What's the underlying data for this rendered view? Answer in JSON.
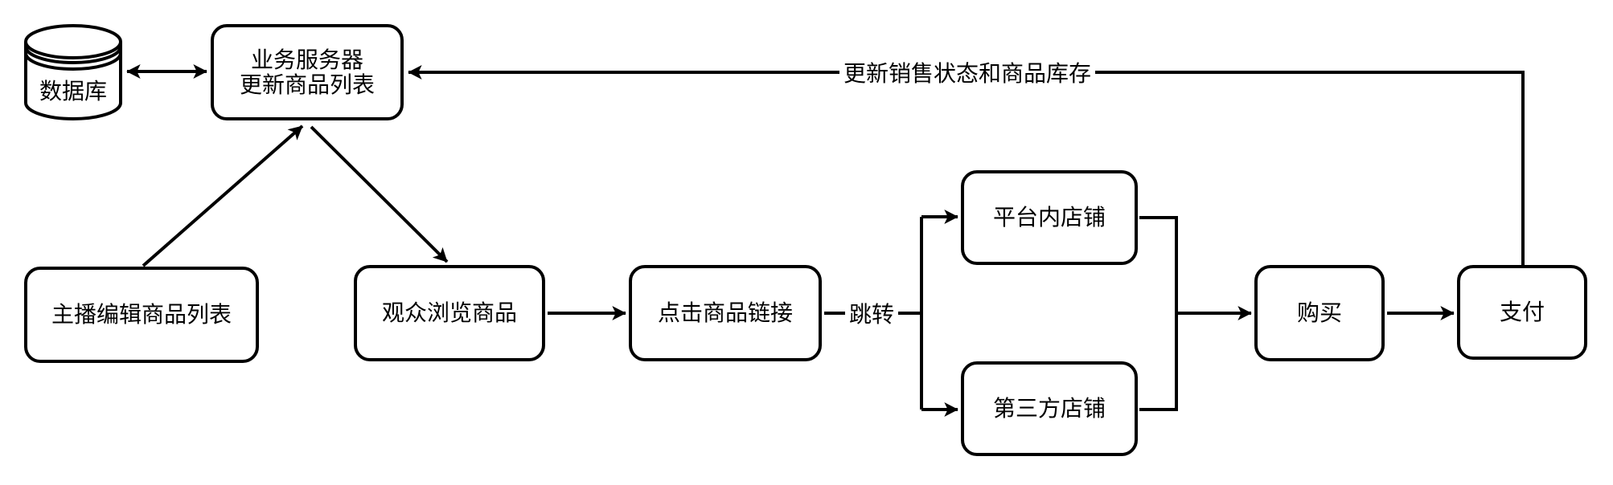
{
  "diagram": {
    "database": {
      "label": "数据库"
    },
    "server": {
      "line1": "业务服务器",
      "line2": "更新商品列表"
    },
    "host": {
      "label": "主播编辑商品列表"
    },
    "viewers": {
      "label": "观众浏览商品"
    },
    "click_link": {
      "label": "点击商品链接"
    },
    "platform_store": {
      "label": "平台内店铺"
    },
    "third_party_store": {
      "label": "第三方店铺"
    },
    "buy": {
      "label": "购买"
    },
    "pay": {
      "label": "支付"
    },
    "edge_labels": {
      "jump": "跳转",
      "update_status": "更新销售状态和商品库存"
    },
    "colors": {
      "stroke": "#000000",
      "background": "#ffffff",
      "text": "#000000"
    }
  }
}
